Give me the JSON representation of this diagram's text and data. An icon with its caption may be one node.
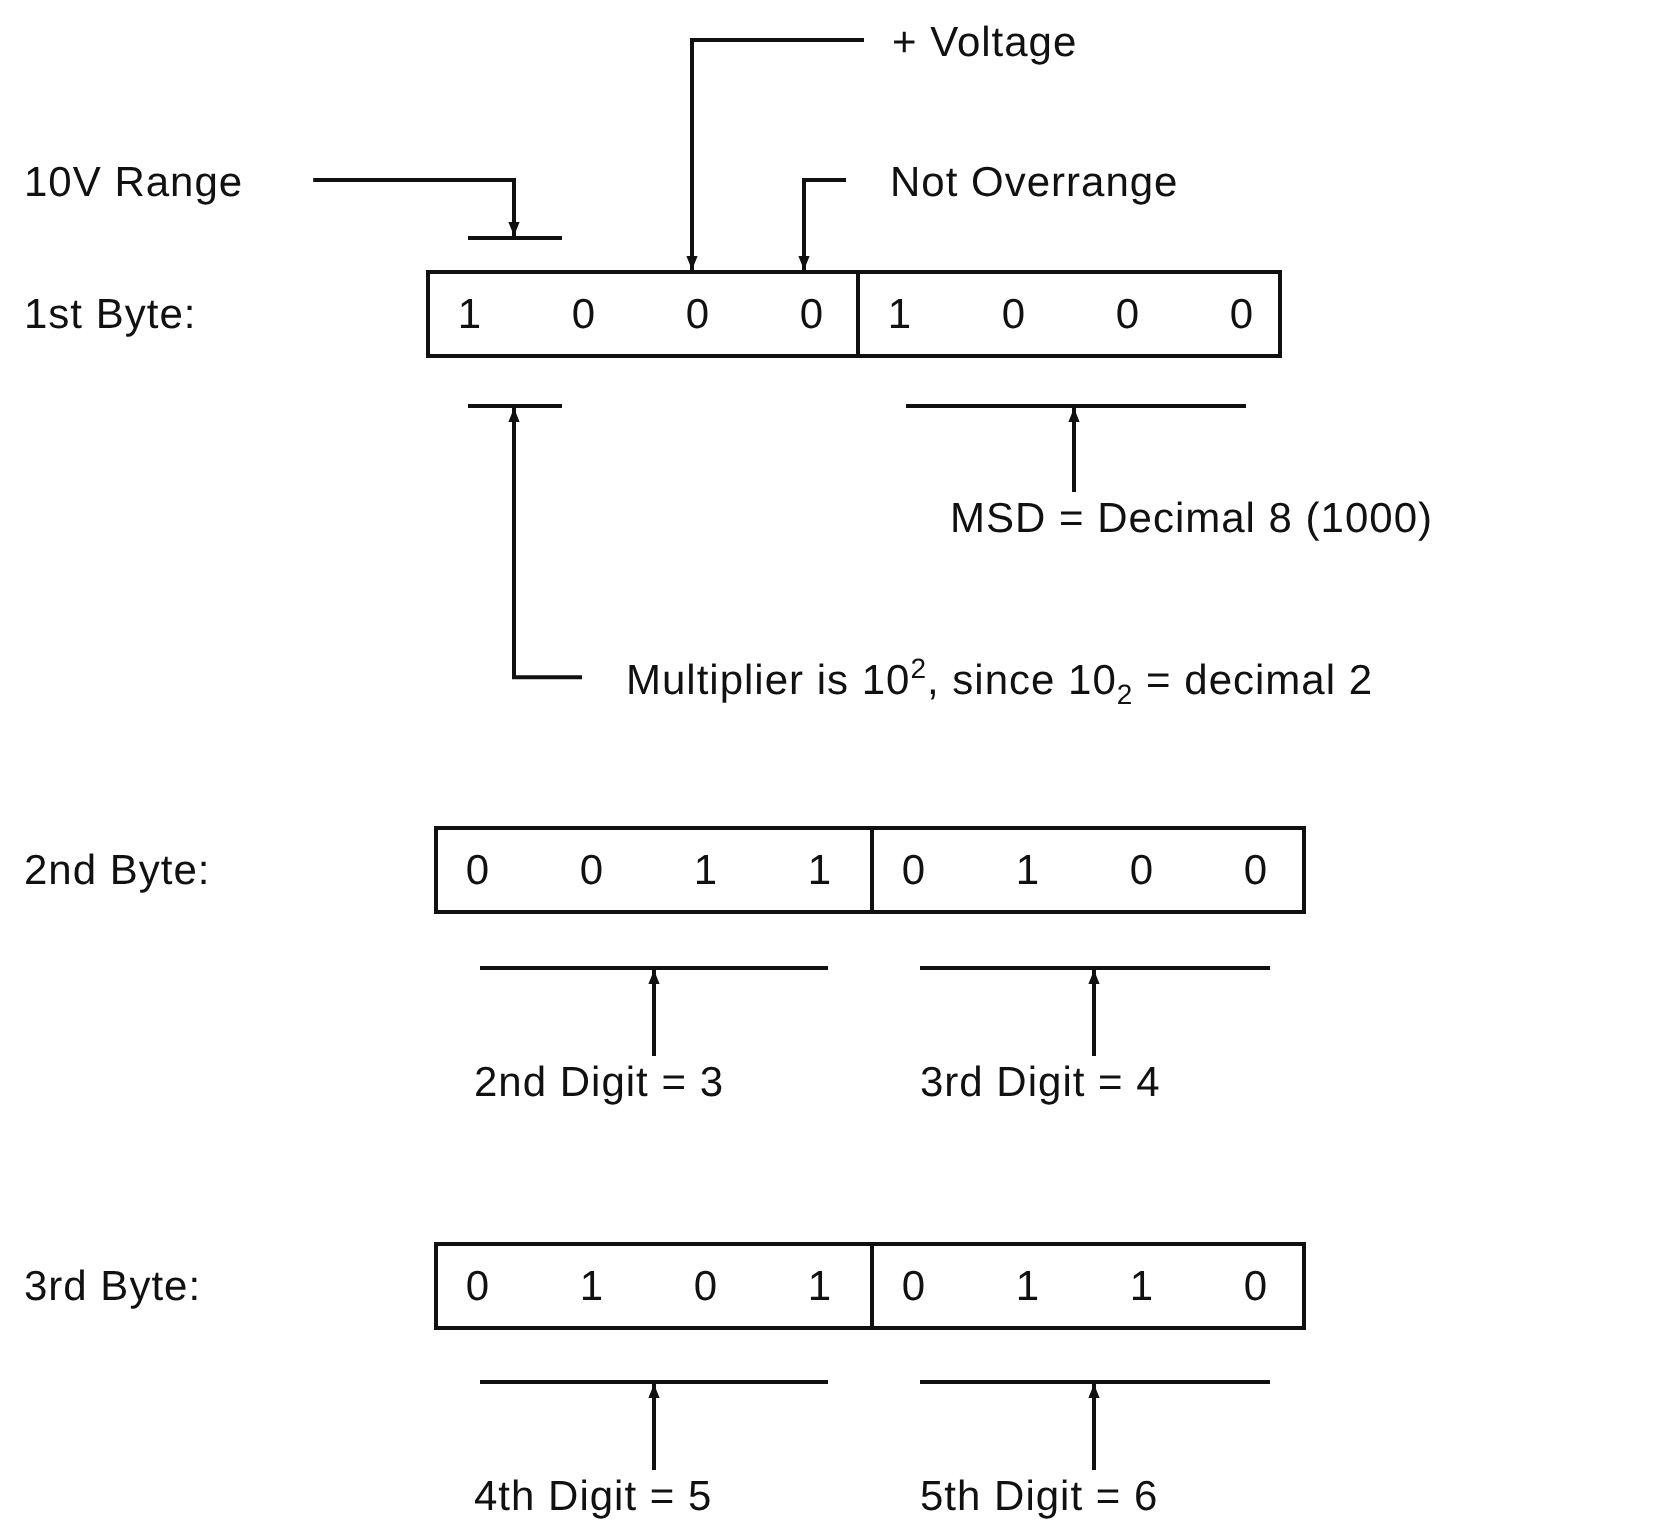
{
  "diagram": {
    "nodes": [
      {
        "text": [
          "10V Range"
        ]
      },
      {
        "text": [
          "+ Voltage"
        ]
      },
      {
        "text": [
          "Not Overrange"
        ]
      },
      {
        "text": [],
        "shape": "bar"
      },
      {
        "text": [
          "1",
          "0",
          "0",
          "0"
        ]
      },
      {
        "text": [
          "1",
          "0",
          "0",
          "0"
        ]
      },
      {
        "text": [],
        "shape": "bar"
      },
      {
        "text": [],
        "shape": "bar"
      },
      {
        "text": [
          "MSD = Decimal 8 (1000)"
        ]
      },
      {
        "text": [
          "Multiplier is 10$^{2}$, since 10$_{2}$ = decimal 2"
        ]
      },
      {
        "text": [
          "0",
          "0",
          "1",
          "1"
        ]
      },
      {
        "text": [
          "0",
          "1",
          "0",
          "0"
        ]
      },
      {
        "text": [],
        "shape": "bar"
      },
      {
        "text": [],
        "shape": "bar"
      },
      {
        "text": [
          "2nd Digit = 3"
        ]
      },
      {
        "text": [
          "3rd Digit = 4"
        ]
      },
      {
        "text": [
          "0",
          "1",
          "0",
          "1"
        ]
      },
      {
        "text": [
          "0",
          "1",
          "1",
          "0"
        ]
      },
      {
        "text": [],
        "shape": "bar"
      },
      {
        "text": [],
        "shape": "bar"
      },
      {
        "text": [
          "4th Digit = 5"
        ]
      },
      {
        "text": [
          "5th Digit = 6"
        ]
      }
    ],
    "edges": [
      {
        "from": 0,
        "to": 3,
        "arrow": "to"
      },
      {
        "from": 1,
        "to": 4,
        "arrow": "to"
      },
      {
        "from": 2,
        "to": 4,
        "arrow": "to"
      },
      {
        "from": 8,
        "to": 7,
        "arrow": "to"
      },
      {
        "from": 9,
        "to": 6,
        "arrow": "to"
      },
      {
        "from": 14,
        "to": 12,
        "arrow": "to"
      },
      {
        "from": 15,
        "to": 13,
        "arrow": "to"
      },
      {
        "from": 20,
        "to": 18,
        "arrow": "to"
      },
      {
        "from": 21,
        "to": 19,
        "arrow": "to"
      }
    ],
    "labels": [
      "1st Byte:",
      "2nd Byte:",
      "3rd Byte:"
    ]
  }
}
